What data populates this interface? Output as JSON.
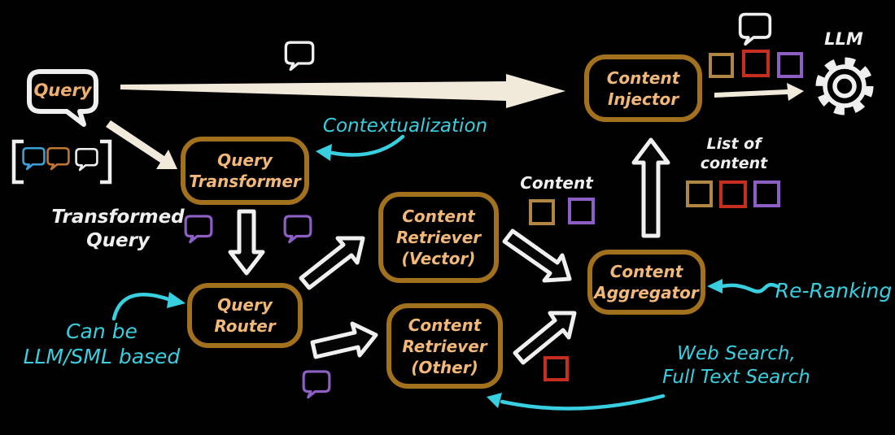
{
  "diagram": {
    "nodes": {
      "query_bubble": "Query",
      "query_transformer": "Query\nTransformer",
      "query_router": "Query\nRouter",
      "content_retriever_vector": "Content\nRetriever\n(Vector)",
      "content_retriever_other": "Content\nRetriever\n(Other)",
      "content_aggregator": "Content\nAggregator",
      "content_injector": "Content\nInjector",
      "llm": "LLM"
    },
    "annotations": {
      "contextualization": "Contextualization",
      "transformed_query": "Transformed\nQuery",
      "can_be_llm_sml": "Can be\nLLM/SML based",
      "content": "Content",
      "list_of_content": "List of\ncontent",
      "re_ranking": "Re-Ranking",
      "web_search": "Web Search,\nFull Text Search"
    },
    "icons": {
      "llm": "gear-icon",
      "message": "speech-bubble-icon",
      "content_chunk": "square-icon",
      "query_list": "bracketed-bubble-list-icon"
    },
    "colors": {
      "background": "#010101",
      "box_border": "#a2711e",
      "box_text": "#f2b877",
      "annotation_cyan": "#38cfe0",
      "white": "#efefef",
      "cream_arrow": "#f1e9da",
      "purple": "#8d5fc4",
      "red": "#c62e20",
      "tan": "#b08644",
      "blue": "#3d9fd6",
      "orange": "#c0762f"
    }
  }
}
